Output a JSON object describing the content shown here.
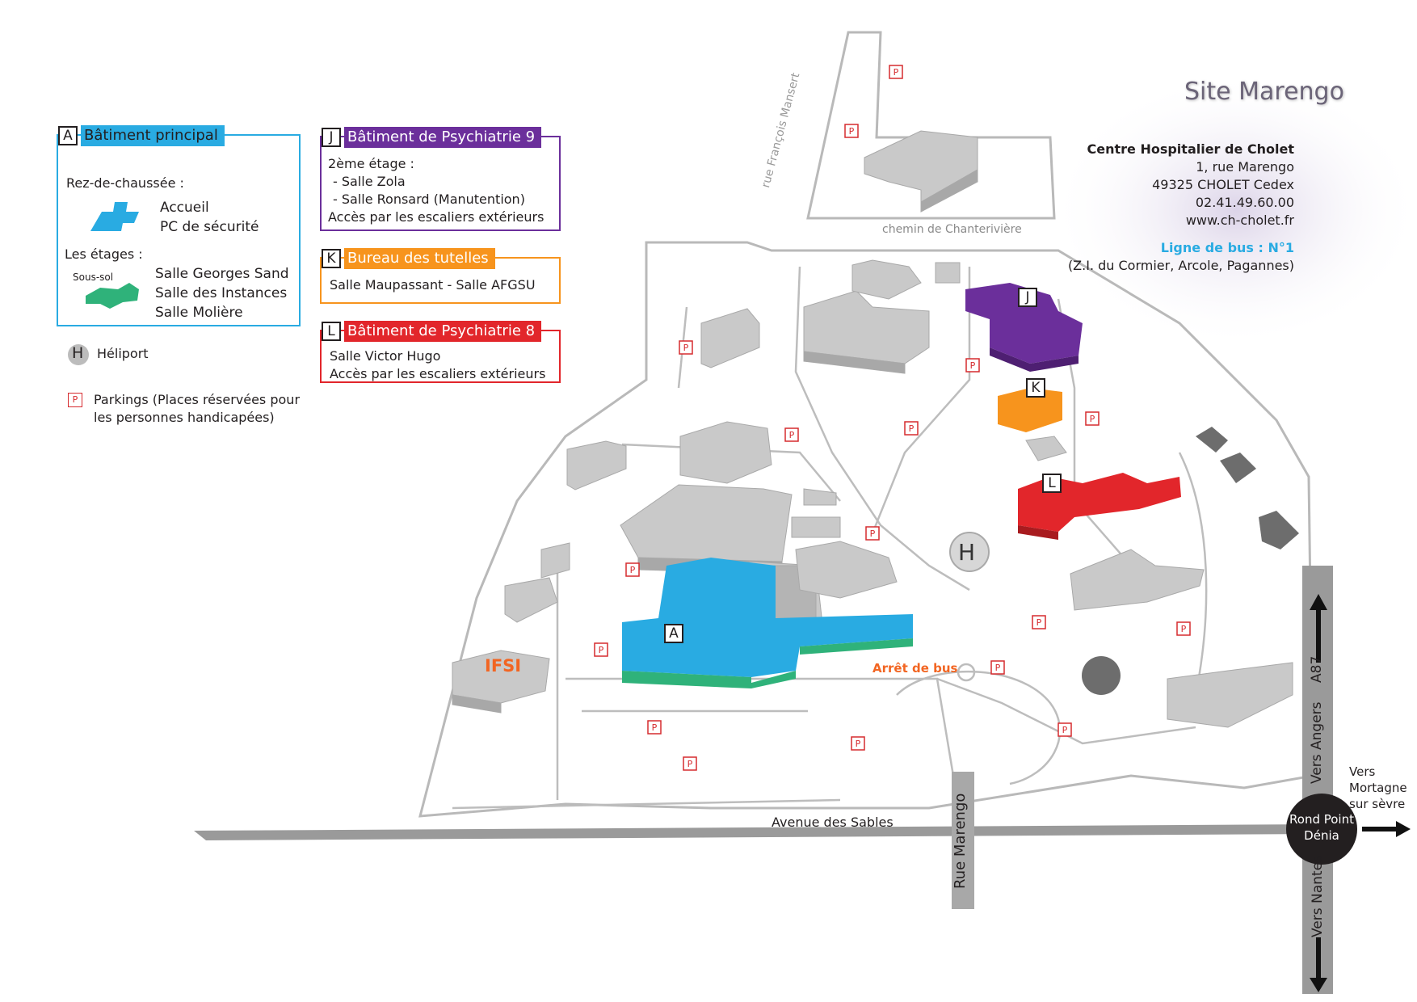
{
  "colors": {
    "batiment_principal": "#29abe2",
    "etages_green": "#2fb27a",
    "psychiatrie_9": "#6b2f9b",
    "tutelles": "#f7941d",
    "psychiatrie_8": "#e2262b",
    "building_grey": "#c8c8c8",
    "road": "#9a9a9a",
    "title": "#6b6478"
  },
  "legend": {
    "a": {
      "key": "A",
      "title": "Bâtiment principal",
      "ground_floor_heading": "Rez-de-chaussée :",
      "ground_floor_items": [
        "Accueil",
        "PC de sécurité"
      ],
      "floors_heading": "Les étages :",
      "basement_label": "Sous-sol",
      "floor_items": [
        "Salle Georges Sand",
        "Salle des Instances",
        "Salle Molière"
      ]
    },
    "heliport": {
      "symbol": "H",
      "label": "Héliport"
    },
    "parking": {
      "symbol": "P",
      "label_line1": "Parkings (Places réservées pour",
      "label_line2": "les personnes handicapées)"
    },
    "j": {
      "key": "J",
      "title": "Bâtiment de Psychiatrie 9",
      "lines": [
        "2ème étage :",
        " - Salle Zola",
        " -  Salle Ronsard (Manutention)",
        "Accès par les escaliers extérieurs"
      ]
    },
    "k": {
      "key": "K",
      "title": "Bureau des tutelles",
      "lines": [
        "Salle Maupassant - Salle AFGSU"
      ]
    },
    "l": {
      "key": "L",
      "title": "Bâtiment de Psychiatrie 8",
      "lines": [
        "Salle Victor Hugo",
        "Accès par les escaliers extérieurs"
      ]
    }
  },
  "site": {
    "title": "Site Marengo",
    "name": "Centre Hospitalier de Cholet",
    "street": "1, rue Marengo",
    "city": "49325 CHOLET Cedex",
    "phone": "02.41.49.60.00",
    "web": "www.ch-cholet.fr",
    "bus_line": "Ligne de bus : N°1",
    "bus_stops": "(Z.I. du Cormier, Arcole, Pagannes)"
  },
  "map": {
    "street_mansert": "rue François Mansert",
    "chemin": "chemin de Chanterivière",
    "avenue": "Avenue des Sables",
    "rue_marengo": "Rue Marengo",
    "roundabout_line1": "Rond Point",
    "roundabout_line2": "Dénia",
    "vers_angers": "Vers Angers",
    "a87": "A87",
    "vers_nantes": "Vers Nantes",
    "vers_mortagne": [
      "Vers",
      "Mortagne",
      "sur sèvre"
    ],
    "ifsi": "IFSI",
    "arret_bus": "Arrêt de bus",
    "heliport_symbol": "H",
    "building_keys": {
      "a": "A",
      "j": "J",
      "k": "K",
      "l": "L"
    },
    "parking_symbol": "P"
  }
}
